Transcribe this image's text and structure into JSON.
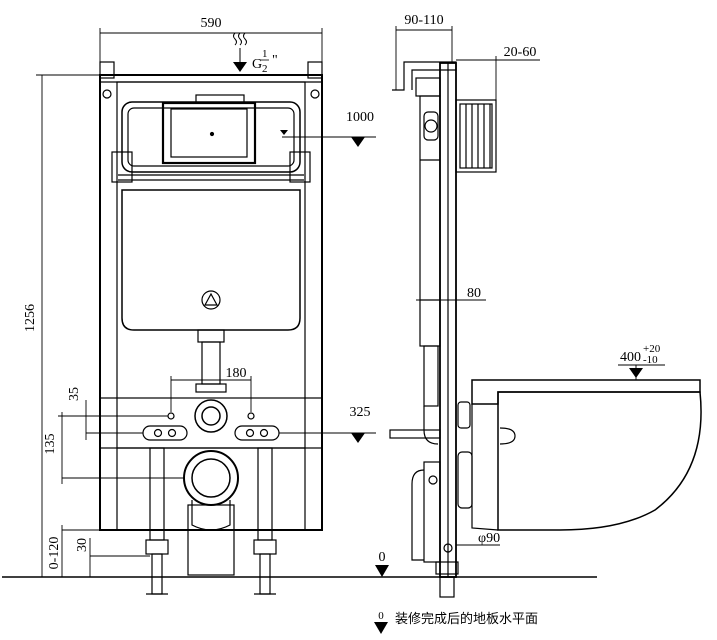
{
  "front_view": {
    "width_label": "590",
    "height_label": "1256",
    "inlet_prefix": "G",
    "inlet_num": "1",
    "inlet_den": "2",
    "inlet_suffix": "\"",
    "button_height_label": "1000",
    "bolt_spacing_label": "180",
    "bolt_height_label": "325",
    "upper_gap_label": "35",
    "lower_gap_label": "135",
    "foot_adjust_label": "0-120",
    "foot_offset_label": "30",
    "floor_level_label": "0"
  },
  "side_view": {
    "depth_label": "90-110",
    "panel_label": "20-60",
    "frame_depth_label": "80",
    "bowl_height_label": "400",
    "bowl_tol_plus": "+20",
    "bowl_tol_minus": "-10",
    "drain_label": "φ90"
  },
  "legend": {
    "marker_value": "0",
    "text": "装修完成后的地板水平面"
  }
}
